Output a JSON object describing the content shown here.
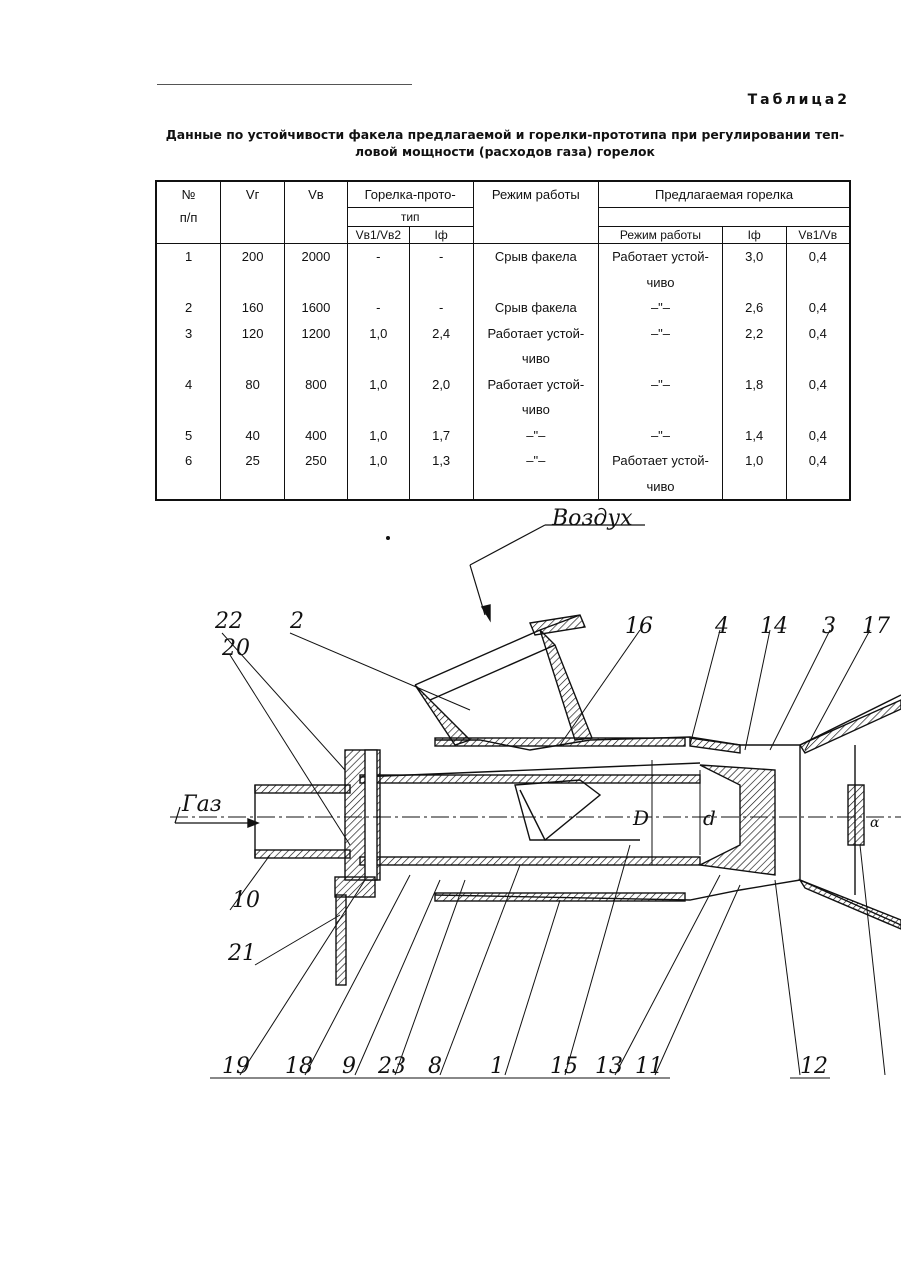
{
  "table_label": "Таблица2",
  "caption_line1": "Данные по устойчивости факела предлагаемой и горелки-прототипа при регулировании теп-",
  "caption_line2": "ловой мощности (расходов газа) горелок",
  "table": {
    "header": {
      "num_line1": "№",
      "num_line2": "п/п",
      "vg": "Vг",
      "vv": "Vв",
      "proto_line1": "Горелка-прото-",
      "proto_line2": "тип",
      "proto_ratio": "Vв1/Vв2",
      "proto_if": "Iф",
      "mode": "Режим работы",
      "proposed": "Предлагаемая горелка",
      "prop_mode": "Режим работы",
      "prop_if": "Iф",
      "prop_ratio": "Vв1/Vв"
    },
    "rows": [
      {
        "n": "1",
        "vg": "200",
        "vv": "2000",
        "ratio": "-",
        "if": "-",
        "mode": "Срыв факела",
        "mode2": "",
        "pmode": "Работает устой-",
        "pmode2": "чиво",
        "pif": "3,0",
        "pratio": "0,4"
      },
      {
        "n": "2",
        "vg": "160",
        "vv": "1600",
        "ratio": "-",
        "if": "-",
        "mode": "Срыв факела",
        "mode2": "",
        "pmode": "–\"–",
        "pmode2": "",
        "pif": "2,6",
        "pratio": "0,4"
      },
      {
        "n": "3",
        "vg": "120",
        "vv": "1200",
        "ratio": "1,0",
        "if": "2,4",
        "mode": "Работает устой-",
        "mode2": "чиво",
        "pmode": "–\"–",
        "pmode2": "",
        "pif": "2,2",
        "pratio": "0,4"
      },
      {
        "n": "4",
        "vg": "80",
        "vv": "800",
        "ratio": "1,0",
        "if": "2,0",
        "mode": "Работает устой-",
        "mode2": "чиво",
        "pmode": "–\"–",
        "pmode2": "",
        "pif": "1,8",
        "pratio": "0,4"
      },
      {
        "n": "5",
        "vg": "40",
        "vv": "400",
        "ratio": "1,0",
        "if": "1,7",
        "mode": "–\"–",
        "mode2": "",
        "pmode": "–\"–",
        "pmode2": "",
        "pif": "1,4",
        "pratio": "0,4"
      },
      {
        "n": "6",
        "vg": "25",
        "vv": "250",
        "ratio": "1,0",
        "if": "1,3",
        "mode": "–\"–",
        "mode2": "",
        "pmode": "Работает устой-",
        "pmode2": "чиво",
        "pif": "1,0",
        "pratio": "0,4"
      }
    ]
  },
  "drawing": {
    "air_label": "Воздух",
    "gas_label": "Газ",
    "dim_D": "D",
    "dim_d": "d",
    "angle": "α",
    "numbers_top": [
      "22",
      "2",
      "16",
      "4",
      "14",
      "3",
      "17"
    ],
    "numbers_left": [
      "20",
      "10",
      "21"
    ],
    "numbers_bottom": [
      "19",
      "18",
      "9",
      "23",
      "8",
      "1",
      "15",
      "13",
      "11",
      "12"
    ]
  }
}
